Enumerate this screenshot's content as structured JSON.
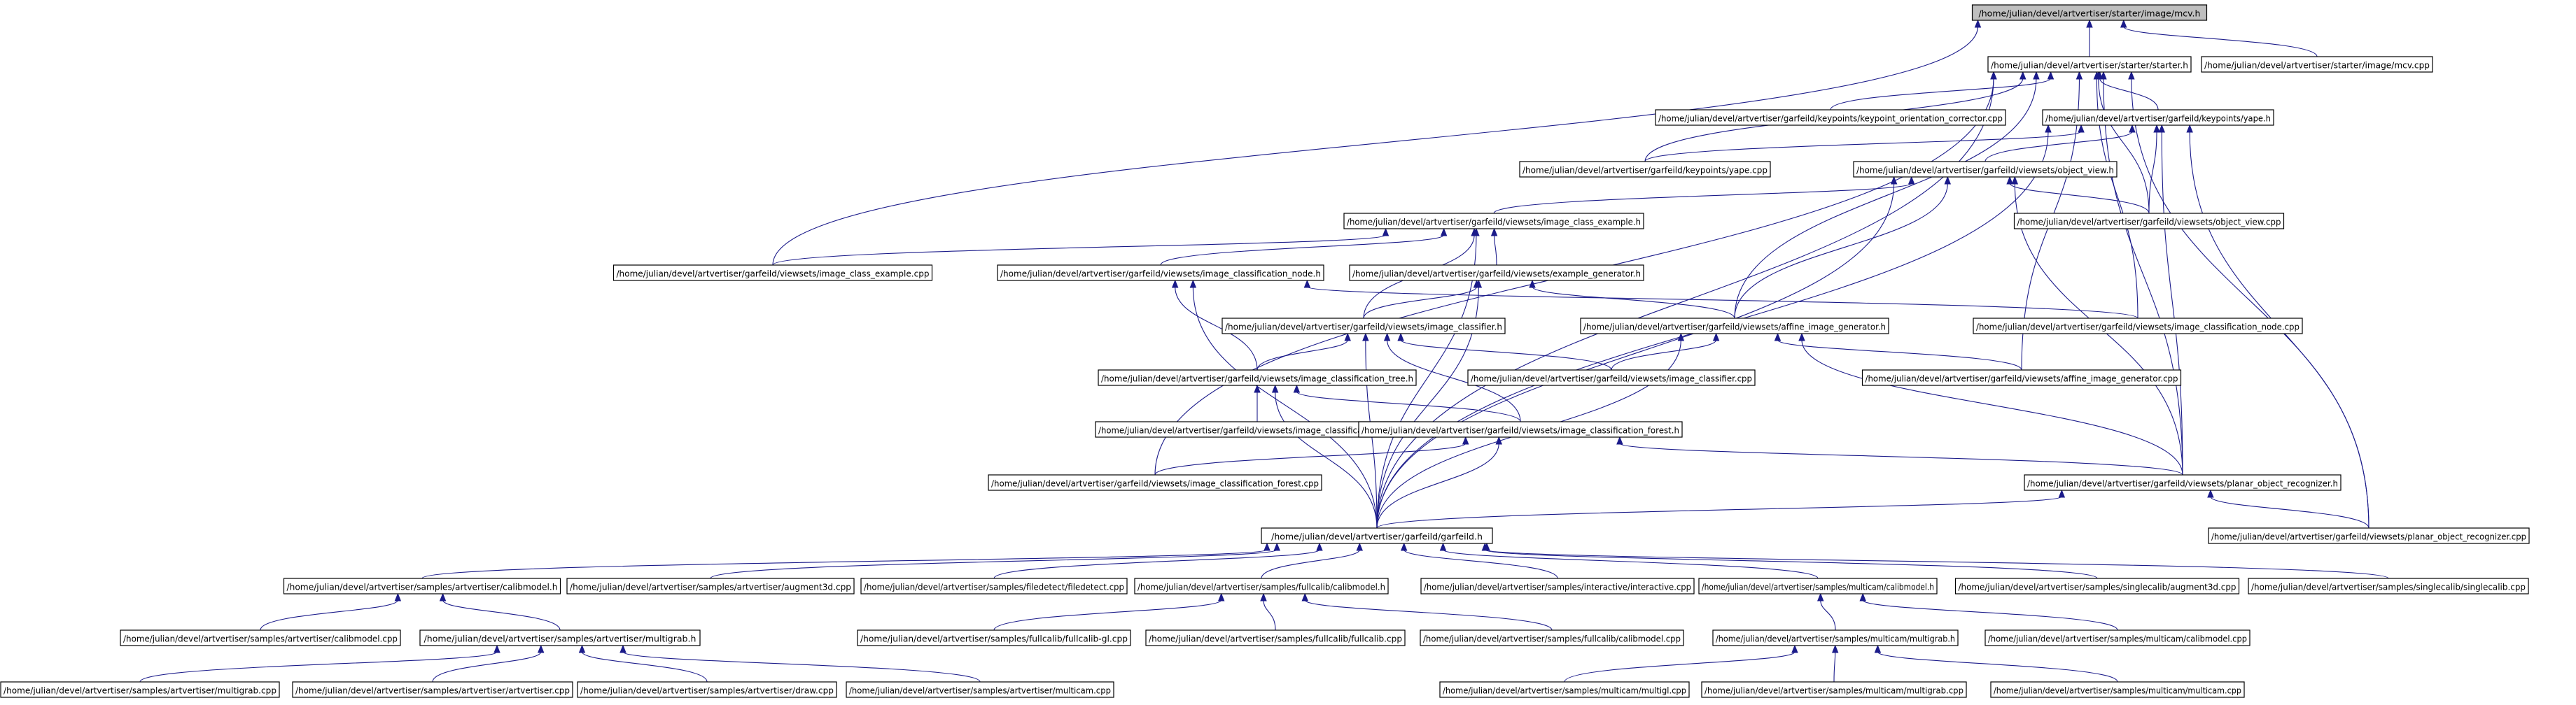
{
  "colors": {
    "edge": "#1b1b8a",
    "root_fill": "#bfbfbf",
    "node_fill": "#ffffff",
    "node_border": "#000000"
  },
  "nodes": {
    "mcv_h": "/home/julian/devel/artvertiser/starter/image/mcv.h",
    "starter_h": "/home/julian/devel/artvertiser/starter/starter.h",
    "mcv_cpp": "/home/julian/devel/artvertiser/starter/image/mcv.cpp",
    "kp_orient_cpp": "/home/julian/devel/artvertiser/garfeild/keypoints/keypoint_orientation_corrector.cpp",
    "yape_h": "/home/julian/devel/artvertiser/garfeild/keypoints/yape.h",
    "yape_cpp": "/home/julian/devel/artvertiser/garfeild/keypoints/yape.cpp",
    "object_view_h": "/home/julian/devel/artvertiser/garfeild/viewsets/object_view.h",
    "object_view_cpp": "/home/julian/devel/artvertiser/garfeild/viewsets/object_view.cpp",
    "image_class_example_h": "/home/julian/devel/artvertiser/garfeild/viewsets/image_class_example.h",
    "image_class_example_cpp": "/home/julian/devel/artvertiser/garfeild/viewsets/image_class_example.cpp",
    "image_classification_node_h": "/home/julian/devel/artvertiser/garfeild/viewsets/image_classification_node.h",
    "example_generator_h": "/home/julian/devel/artvertiser/garfeild/viewsets/example_generator.h",
    "image_classifier_h": "/home/julian/devel/artvertiser/garfeild/viewsets/image_classifier.h",
    "affine_image_generator_h": "/home/julian/devel/artvertiser/garfeild/viewsets/affine_image_generator.h",
    "image_classification_node_cpp": "/home/julian/devel/artvertiser/garfeild/viewsets/image_classification_node.cpp",
    "image_classification_tree_h": "/home/julian/devel/artvertiser/garfeild/viewsets/image_classification_tree.h",
    "image_classifier_cpp": "/home/julian/devel/artvertiser/garfeild/viewsets/image_classifier.cpp",
    "affine_image_generator_cpp": "/home/julian/devel/artvertiser/garfeild/viewsets/affine_image_generator.cpp",
    "image_classification_tree_cpp": "/home/julian/devel/artvertiser/garfeild/viewsets/image_classification_tree.cpp",
    "image_classification_forest_h": "/home/julian/devel/artvertiser/garfeild/viewsets/image_classification_forest.h",
    "image_classification_forest_cpp": "/home/julian/devel/artvertiser/garfeild/viewsets/image_classification_forest.cpp",
    "planar_object_recognizer_h": "/home/julian/devel/artvertiser/garfeild/viewsets/planar_object_recognizer.h",
    "garfeild_h": "/home/julian/devel/artvertiser/garfeild/garfeild.h",
    "planar_object_recognizer_cpp": "/home/julian/devel/artvertiser/garfeild/viewsets/planar_object_recognizer.cpp",
    "av_calibmodel_h": "/home/julian/devel/artvertiser/samples/artvertiser/calibmodel.h",
    "augment3d_cpp": "/home/julian/devel/artvertiser/samples/artvertiser/augment3d.cpp",
    "filedetect_cpp": "/home/julian/devel/artvertiser/samples/filedetect/filedetect.cpp",
    "fc_calibmodel_h": "/home/julian/devel/artvertiser/samples/fullcalib/calibmodel.h",
    "interactive_cpp": "/home/julian/devel/artvertiser/samples/interactive/interactive.cpp",
    "mc_calibmodel_h": "/home/julian/devel/artvertiser/samples/multicam/calibmodel.h",
    "sc_augment3d_cpp": "/home/julian/devel/artvertiser/samples/singlecalib/augment3d.cpp",
    "singlecalib_cpp": "/home/julian/devel/artvertiser/samples/singlecalib/singlecalib.cpp",
    "av_calibmodel_cpp": "/home/julian/devel/artvertiser/samples/artvertiser/calibmodel.cpp",
    "av_multigrab_h": "/home/julian/devel/artvertiser/samples/artvertiser/multigrab.h",
    "fullcalib_gl_cpp": "/home/julian/devel/artvertiser/samples/fullcalib/fullcalib-gl.cpp",
    "fullcalib_cpp": "/home/julian/devel/artvertiser/samples/fullcalib/fullcalib.cpp",
    "fc_calibmodel_cpp": "/home/julian/devel/artvertiser/samples/fullcalib/calibmodel.cpp",
    "mc_multigrab_h": "/home/julian/devel/artvertiser/samples/multicam/multigrab.h",
    "mc_calibmodel_cpp": "/home/julian/devel/artvertiser/samples/multicam/calibmodel.cpp",
    "av_multigrab_cpp": "/home/julian/devel/artvertiser/samples/artvertiser/multigrab.cpp",
    "artvertiser_cpp": "/home/julian/devel/artvertiser/samples/artvertiser/artvertiser.cpp",
    "draw_cpp": "/home/julian/devel/artvertiser/samples/artvertiser/draw.cpp",
    "av_multicam_cpp": "/home/julian/devel/artvertiser/samples/artvertiser/multicam.cpp",
    "multigl_cpp": "/home/julian/devel/artvertiser/samples/multicam/multigl.cpp",
    "mc_multigrab_cpp": "/home/julian/devel/artvertiser/samples/multicam/multigrab.cpp",
    "mc_multicam_cpp": "/home/julian/devel/artvertiser/samples/multicam/multicam.cpp"
  }
}
